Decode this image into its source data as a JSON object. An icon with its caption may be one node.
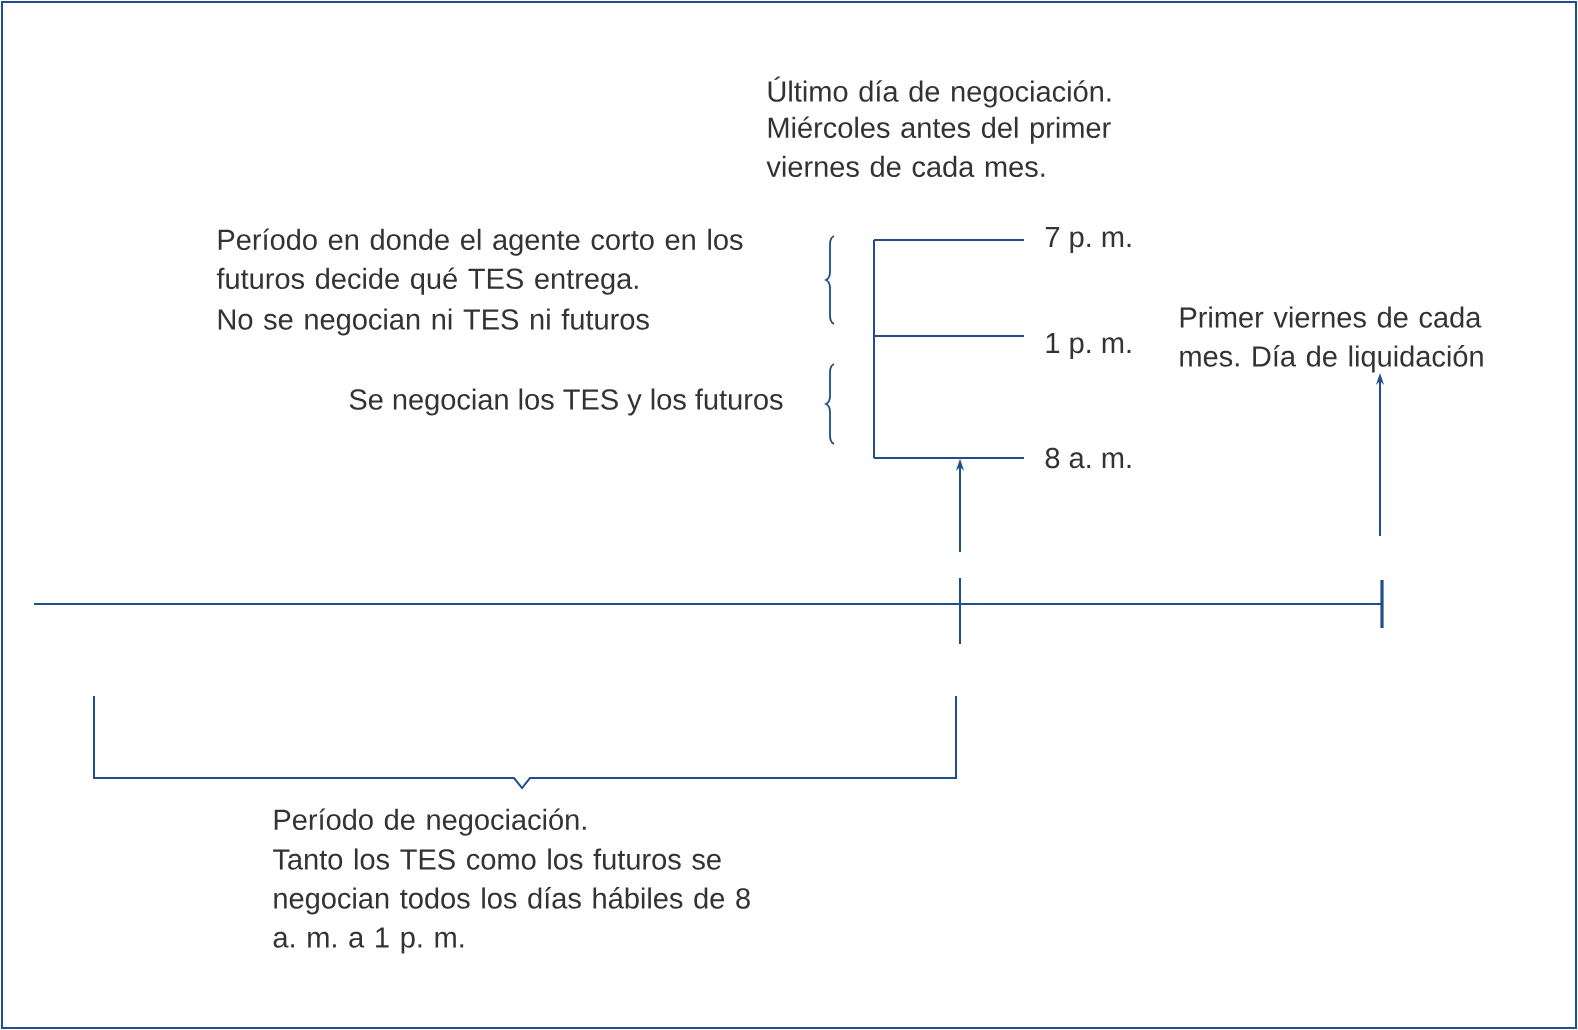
{
  "diagram": {
    "nodes": [
      {
        "text": [],
        "shape": "bar",
        "beside": [
          "7 p. m.",
          "1 p. m.",
          "8 a. m."
        ]
      },
      {
        "text": [
          "Primer viernes de cada mes. Día de liquidación"
        ]
      }
    ],
    "edges": [
      {
        "from": null,
        "to": 0,
        "arrow": "to"
      },
      {
        "from": null,
        "to": 1,
        "arrow": "to"
      }
    ],
    "labels": [
      "Último día de negociación.",
      "Miércoles antes del primer viernes de cada mes.",
      "Período en donde el agente corto en los futuros decide qué TES entrega.",
      "No se negocian ni TES ni futuros",
      "Se negocian los TES y los futuros",
      "Período de negociación.",
      "Tanto los TES como los futuros se negocian todos los días hábiles de 8 a. m. a 1 p. m."
    ]
  }
}
